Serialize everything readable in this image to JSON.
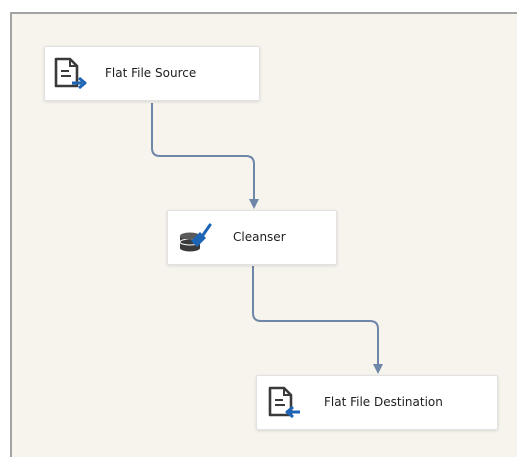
{
  "data_flow": {
    "nodes": {
      "source": {
        "label": "Flat File Source",
        "icon": "flat-file-source-icon"
      },
      "cleanser": {
        "label": "Cleanser",
        "icon": "cleanser-broom-icon"
      },
      "destination": {
        "label": "Flat File Destination",
        "icon": "flat-file-destination-icon"
      }
    },
    "colors": {
      "canvas": "#f7f4ee",
      "connector": "#6e86a8",
      "icon_dark": "#3a3a3a",
      "icon_accent": "#1e64b4"
    }
  }
}
